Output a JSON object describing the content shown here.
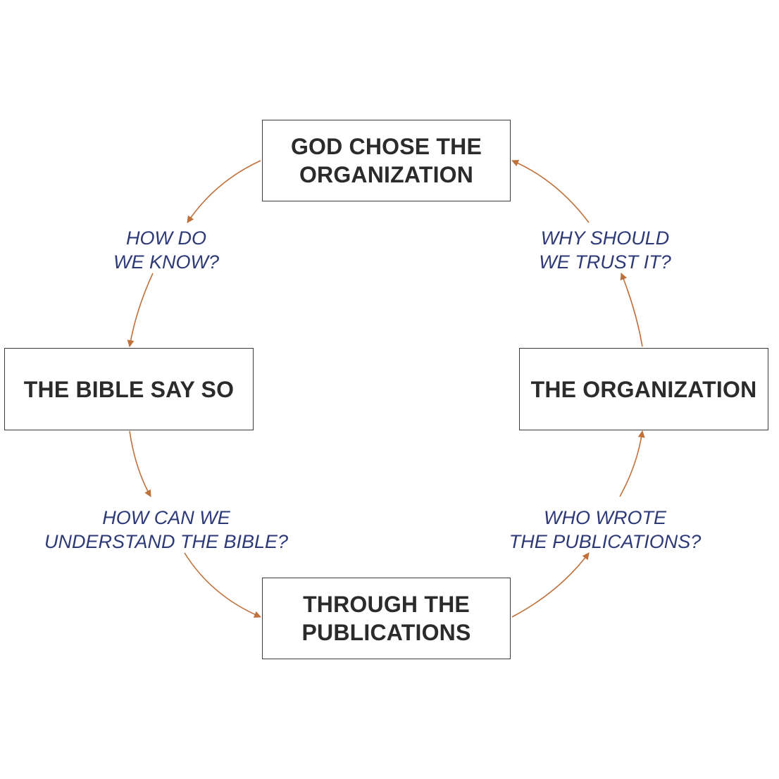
{
  "diagram": {
    "nodes": {
      "top": {
        "lines": [
          "GOD CHOSE THE",
          "ORGANIZATION"
        ]
      },
      "right": {
        "lines": [
          "THE ORGANIZATION"
        ]
      },
      "bottom": {
        "lines": [
          "THROUGH THE",
          "PUBLICATIONS"
        ]
      },
      "left": {
        "lines": [
          "THE BIBLE SAY SO"
        ]
      }
    },
    "questions": {
      "top_left": {
        "lines": [
          "HOW DO",
          "WE KNOW?"
        ]
      },
      "top_right": {
        "lines": [
          "WHY SHOULD",
          "WE TRUST IT?"
        ]
      },
      "bottom_left": {
        "lines": [
          "HOW CAN WE",
          "UNDERSTAND THE BIBLE?"
        ]
      },
      "bottom_right": {
        "lines": [
          "WHO WROTE",
          "THE PUBLICATIONS?"
        ]
      }
    },
    "flow": [
      "top -> left",
      "left -> bottom",
      "bottom -> right",
      "right -> top"
    ],
    "colors": {
      "arrow": "#c0703a",
      "question_text": "#2e3a78",
      "node_text": "#2b2b2b",
      "node_border": "#3a3a3a",
      "background": "#ffffff"
    }
  }
}
